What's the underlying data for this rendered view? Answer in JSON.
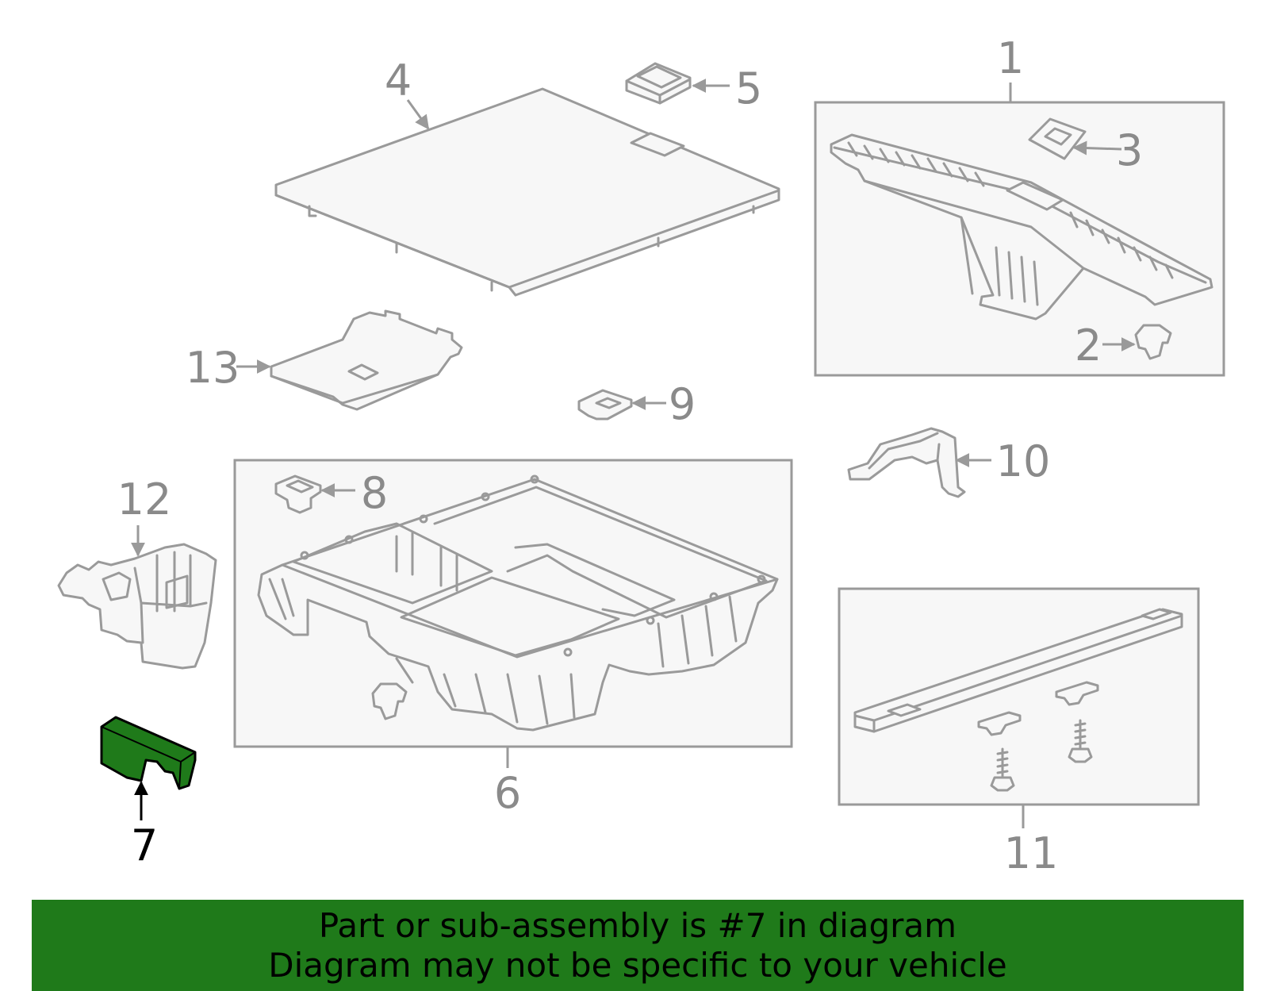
{
  "diagram": {
    "callouts": {
      "c1": "1",
      "c2": "2",
      "c3": "3",
      "c4": "4",
      "c5": "5",
      "c6": "6",
      "c7": "7",
      "c8": "8",
      "c9": "9",
      "c10": "10",
      "c11": "11",
      "c12": "12",
      "c13": "13"
    },
    "highlighted_part": "7",
    "colors": {
      "part_stroke": "#9a9a9a",
      "part_fill": "#f7f7f7",
      "highlight_fill": "#1f7a1a",
      "callout_text": "#8a8a8a",
      "highlight_text": "#000000"
    }
  },
  "banner": {
    "line1": "Part or sub-assembly is #7 in diagram",
    "line2": "Diagram may not be specific to your vehicle",
    "background": "#1f7a1a"
  }
}
